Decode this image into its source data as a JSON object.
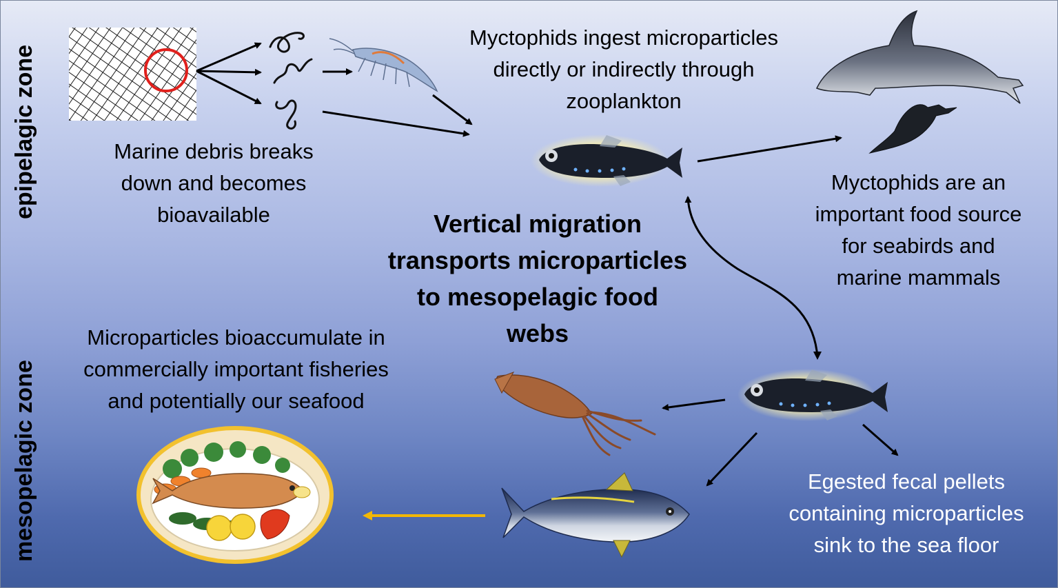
{
  "zones": {
    "epipelagic": "epipelagic zone",
    "mesopelagic": "mesopelagic zone"
  },
  "texts": {
    "debris": [
      "Marine debris breaks",
      "down and becomes",
      "bioavailable"
    ],
    "ingest": [
      "Myctophids ingest microparticles",
      "directly or indirectly through",
      "zooplankton"
    ],
    "food_source": [
      "Myctophids are an",
      "important food source",
      "for seabirds and",
      "marine mammals"
    ],
    "migration": [
      "Vertical migration",
      "transports microparticles",
      "to mesopelagic food",
      "webs"
    ],
    "bioaccumulate": [
      "Microparticles bioaccumulate in",
      "commercially important fisheries",
      "and potentially our seafood"
    ],
    "fecal": [
      "Egested fecal pellets",
      "containing microparticles",
      "sink to the sea floor"
    ]
  },
  "colors": {
    "arrow": "#000000",
    "seafood_arrow": "#f2b705",
    "net_circle": "#e0201c",
    "plate_rim": "#f2c12e",
    "fecal_text": "#ffffff"
  },
  "icons": [
    "fishing-net-icon",
    "microparticle-icon",
    "krill-icon",
    "lanternfish-icon",
    "dolphin-icon",
    "seabird-icon",
    "squid-icon",
    "tuna-icon",
    "seafood-plate-icon"
  ]
}
